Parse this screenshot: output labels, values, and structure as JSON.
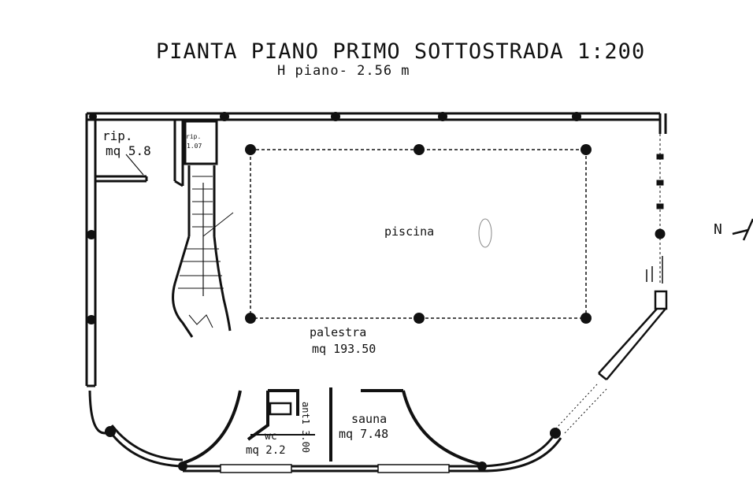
{
  "title": "PIANTA PIANO PRIMO SOTTOSTRADA 1:200",
  "subtitle": "H piano- 2.56 m",
  "north": "N",
  "rooms": {
    "rip_name": "rip.",
    "rip_area": "mq 5.8",
    "small_room_name": "rip.",
    "small_room_area": "1.07",
    "pool": "piscina",
    "gym_name": "palestra",
    "gym_area": "mq 193.50",
    "sauna_name": "sauna",
    "sauna_area": "mq 7.48",
    "wc_name": "wc",
    "wc_area": "mq 2.2",
    "vertical_label": "ant1 3.00"
  }
}
